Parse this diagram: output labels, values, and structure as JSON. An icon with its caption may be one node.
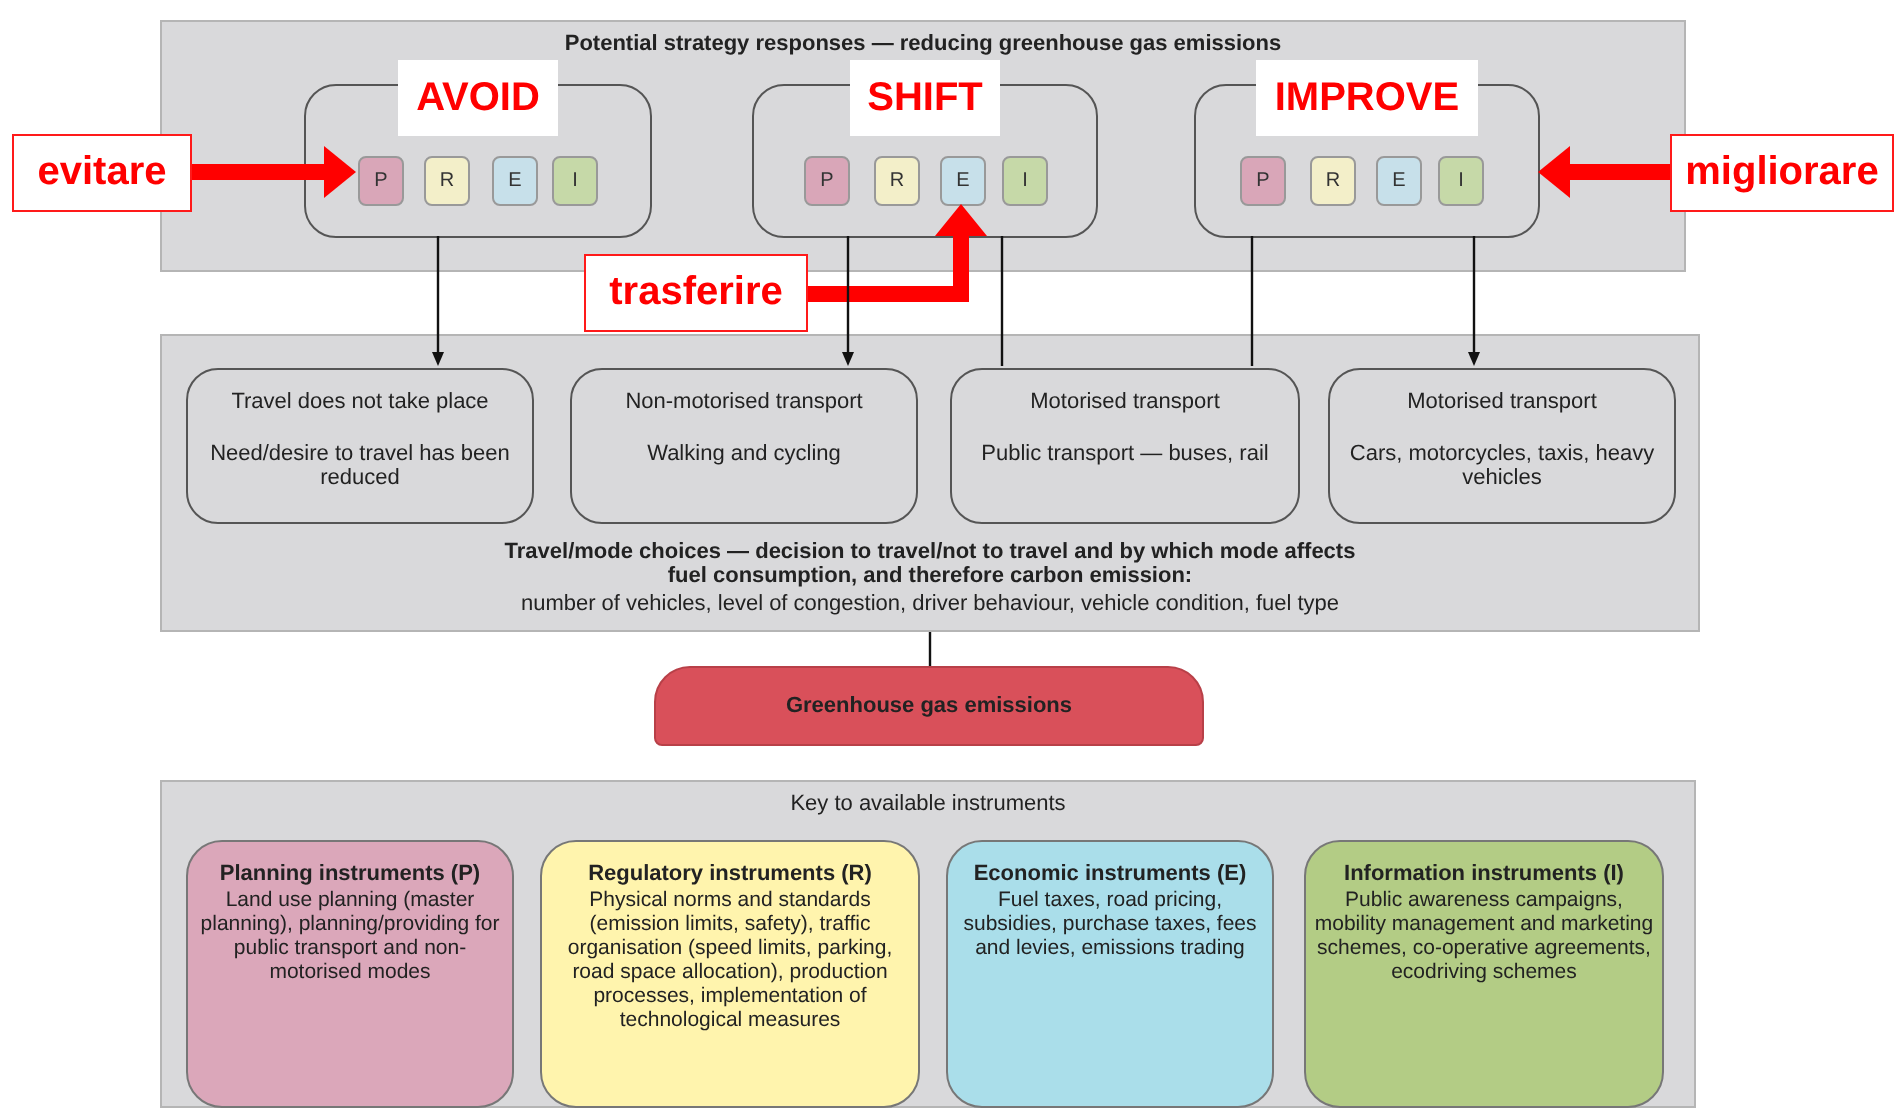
{
  "diagram": {
    "nodes": [
      {
        "text": [
          "Potential strategy responses — reducing greenhouse gas emissions"
        ]
      },
      {
        "text": [
          "AVOID"
        ],
        "in": 0
      },
      {
        "text": [
          "P"
        ],
        "in": 1
      },
      {
        "text": [
          "R"
        ],
        "in": 1
      },
      {
        "text": [
          "E"
        ],
        "in": 1
      },
      {
        "text": [
          "I"
        ],
        "in": 1
      },
      {
        "text": [
          "SHIFT"
        ],
        "in": 0
      },
      {
        "text": [
          "P"
        ],
        "in": 6
      },
      {
        "text": [
          "R"
        ],
        "in": 6
      },
      {
        "text": [
          "E"
        ],
        "in": 6
      },
      {
        "text": [
          "I"
        ],
        "in": 6
      },
      {
        "text": [
          "IMPROVE"
        ],
        "in": 0
      },
      {
        "text": [
          "P"
        ],
        "in": 11
      },
      {
        "text": [
          "R"
        ],
        "in": 11
      },
      {
        "text": [
          "E"
        ],
        "in": 11
      },
      {
        "text": [
          "I"
        ],
        "in": 11
      },
      {
        "text": [
          "evitare"
        ]
      },
      {
        "text": [
          "trasferire"
        ]
      },
      {
        "text": [
          "migliorare"
        ]
      },
      {
        "text": [
          "Travel/mode choices — decision to travel/not to travel and by which mode affects fuel consumption, and therefore carbon emission:",
          "number of vehicles, level of congestion, driver behaviour, vehicle condition, fuel type"
        ]
      },
      {
        "text": [
          "Travel does not take place",
          "Need/desire to travel has been reduced"
        ],
        "in": 19
      },
      {
        "text": [
          "Non-motorised transport",
          "Walking and cycling"
        ],
        "in": 19
      },
      {
        "text": [
          "Motorised transport",
          "Public transport — buses, rail"
        ],
        "in": 19
      },
      {
        "text": [
          "Motorised transport",
          "Cars, motorcycles, taxis, heavy vehicles"
        ],
        "in": 19
      },
      {
        "text": [
          "Greenhouse gas emissions"
        ]
      },
      {
        "text": [
          "Key to available instruments"
        ]
      },
      {
        "text": [
          "Planning instruments (P)",
          "Land use planning (master planning), planning/providing for public transport and non-motorised modes"
        ],
        "in": 25
      },
      {
        "text": [
          "Regulatory instruments (R)",
          "Physical norms and standards (emission limits, safety), traffic organisation (speed limits, parking, road space allocation), production processes, implementation of technological measures"
        ],
        "in": 25
      },
      {
        "text": [
          "Economic instruments (E)",
          "Fuel taxes, road pricing, subsidies, purchase taxes, fees and levies, emissions trading"
        ],
        "in": 25
      },
      {
        "text": [
          "Information instruments (I)",
          "Public awareness campaigns, mobility management and marketing schemes, co-operative agreements, ecodriving schemes"
        ],
        "in": 25
      }
    ],
    "edges": [
      {
        "from": 16,
        "to": 2,
        "arrow": "to",
        "style": "thick",
        "color": "#ff0000"
      },
      {
        "from": 17,
        "to": 9,
        "arrow": "to",
        "style": "thick",
        "color": "#ff0000"
      },
      {
        "from": 18,
        "to": 11,
        "arrow": "to",
        "style": "thick",
        "color": "#ff0000"
      },
      {
        "from": 1,
        "to": 20,
        "arrow": "to"
      },
      {
        "from": 6,
        "to": 21,
        "arrow": "to"
      },
      {
        "from": 6,
        "to": 22,
        "arrow": "none"
      },
      {
        "from": 11,
        "to": 22,
        "arrow": "none"
      },
      {
        "from": 11,
        "to": 23,
        "arrow": "to"
      },
      {
        "from": 19,
        "to": 24,
        "arrow": "none"
      }
    ]
  }
}
